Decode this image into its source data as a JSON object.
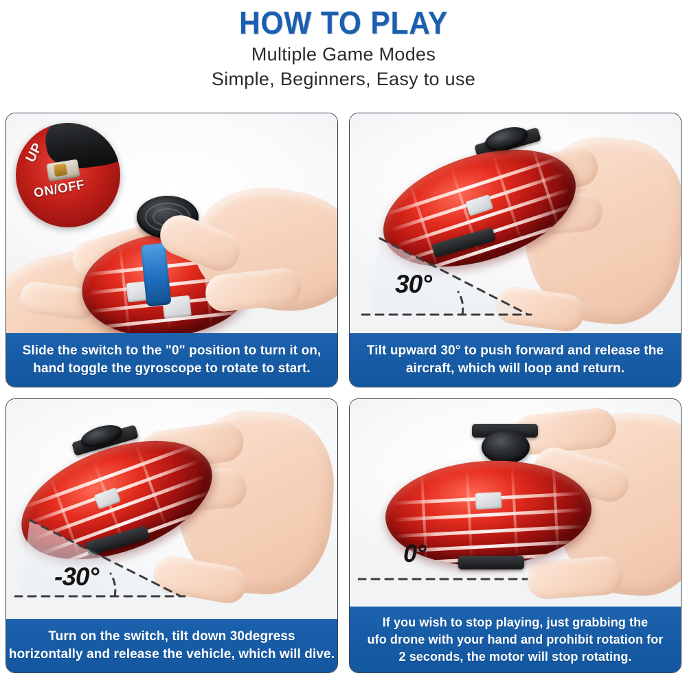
{
  "header": {
    "title": "HOW TO PLAY",
    "subtitle_line1": "Multiple Game Modes",
    "subtitle_line2": "Simple, Beginners, Easy to use",
    "title_color": "#1b5fb0",
    "subtitle_color": "#2b2b2b"
  },
  "theme": {
    "caption_bar_color": "#175ca6",
    "caption_text_color": "#ffffff",
    "panel_border_color": "#3a4450",
    "drone_body_color": "#e42d1f",
    "drone_cap_color": "#1a1c1e",
    "annotation_color": "#141414",
    "background": "#ffffff"
  },
  "panels": [
    {
      "id": "panel-power-on",
      "position": "top-left",
      "caption_lines": [
        "Slide the switch to the \"0\" position to turn it on,",
        "hand toggle the gyroscope to rotate to start."
      ],
      "scene_description": "Two hands hold the red UFO drone, one finger toggling the black gyroscope cap on top",
      "inset": {
        "shape": "circle",
        "label_up": "UP",
        "label_onoff": "ON/OFF",
        "description": "Magnified circular callout of the power switch on the drone body"
      },
      "angle": null
    },
    {
      "id": "panel-tilt-up-30",
      "position": "top-right",
      "caption_lines": [
        "Tilt upward 30° to push forward and release the",
        "aircraft, which will loop and return."
      ],
      "scene_description": "Hand holding the red UFO drone tilted nose-up at 30 degrees",
      "inset": null,
      "angle": {
        "label": "30°",
        "value": 30,
        "guide": "dashed right triangle with horizontal baseline and arc marker"
      }
    },
    {
      "id": "panel-tilt-down-30",
      "position": "bottom-left",
      "caption_lines": [
        "Turn on the switch, tilt down 30degress",
        "horizontally and release the vehicle, which will dive."
      ],
      "scene_description": "Hand holding the red UFO drone tilted nose-down at 30 degrees",
      "inset": null,
      "angle": {
        "label": "-30°",
        "value": -30,
        "guide": "dashed right triangle with horizontal baseline and arc marker"
      }
    },
    {
      "id": "panel-stop",
      "position": "bottom-right",
      "caption_lines": [
        "If you wish to stop playing, just grabbing the",
        "ufo drone with your hand and prohibit rotation for",
        "2 seconds, the motor will stop rotating."
      ],
      "scene_description": "Hand grabbing the red UFO drone held level to stop the motor",
      "inset": null,
      "angle": {
        "label": "0°",
        "value": 0,
        "guide": "horizontal dashed baseline only"
      }
    }
  ]
}
